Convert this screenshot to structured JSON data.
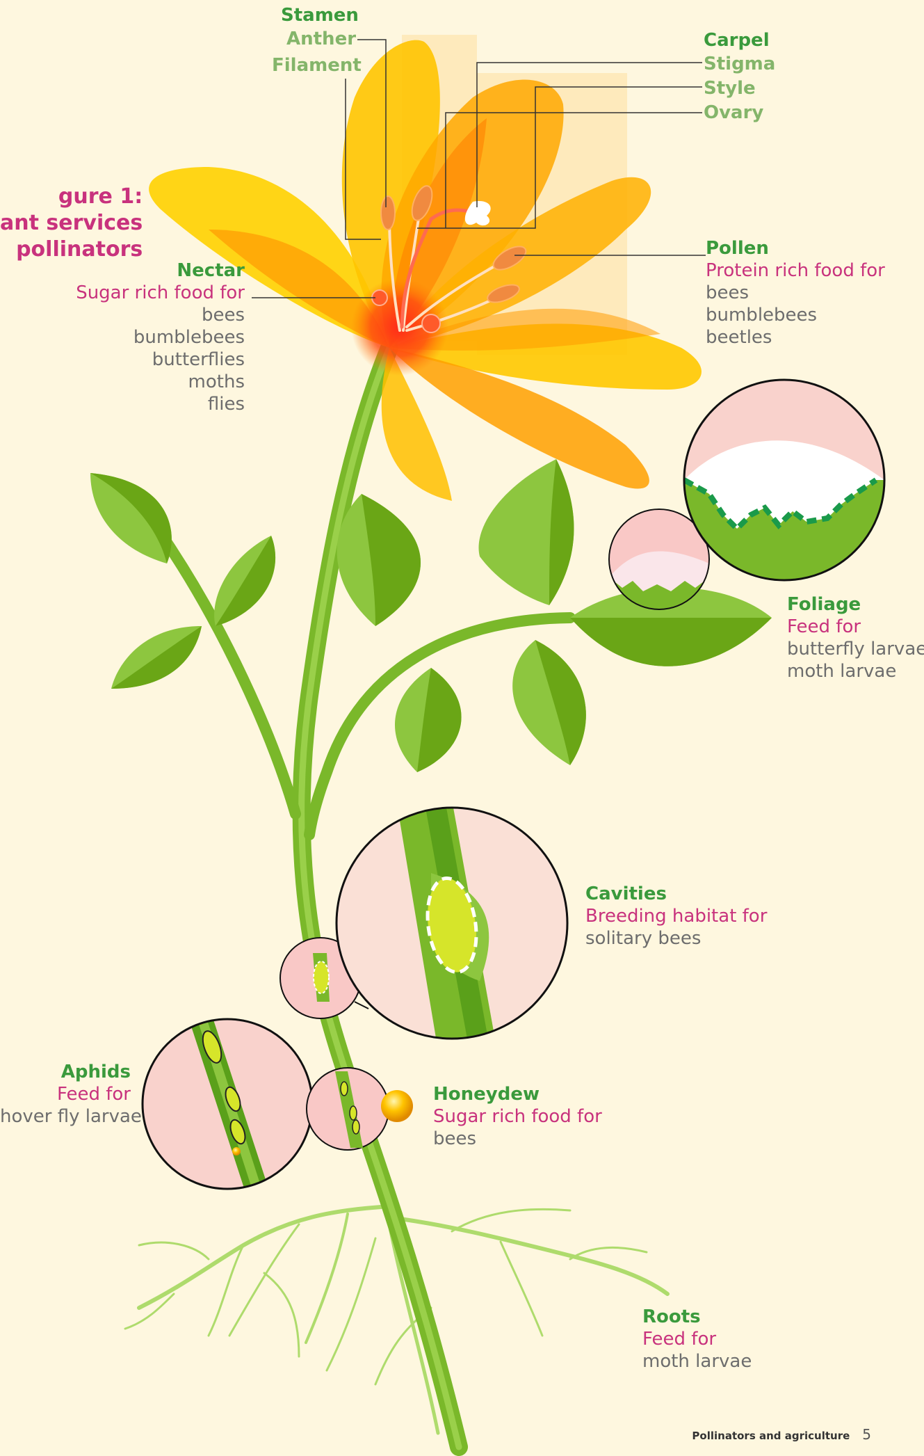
{
  "figure": {
    "line1": "gure 1:",
    "line2": "ant services",
    "line3": "pollinators"
  },
  "colors": {
    "background": "#fef7df",
    "heading_green": "#3a9a3c",
    "light_green": "#84b56a",
    "magenta": "#c8327d",
    "grey": "#6d6d6d",
    "petal_yellow": "#ffd000",
    "petal_orange": "#ff9a00",
    "leaf_green": "#7ab82a",
    "circle_pink": "#f9d2cc"
  },
  "labels": {
    "stamen": {
      "title": "Stamen",
      "anther": "Anther",
      "filament": "Filament"
    },
    "carpel": {
      "title": "Carpel",
      "stigma": "Stigma",
      "style": "Style",
      "ovary": "Ovary"
    },
    "nectar": {
      "title": "Nectar",
      "sub": "Sugar rich food for",
      "items": [
        "bees",
        "bumblebees",
        "butterflies",
        "moths",
        "flies"
      ]
    },
    "pollen": {
      "title": "Pollen",
      "sub": "Protein rich food for",
      "items": [
        "bees",
        "bumblebees",
        "beetles"
      ]
    },
    "foliage": {
      "title": "Foliage",
      "sub": "Feed for",
      "items": [
        "butterfly larvae",
        "moth larvae"
      ]
    },
    "cavities": {
      "title": "Cavities",
      "sub": "Breeding habitat for",
      "items": [
        "solitary bees"
      ]
    },
    "aphids": {
      "title": "Aphids",
      "sub": "Feed for",
      "items": [
        "hover fly larvae"
      ]
    },
    "honeydew": {
      "title": "Honeydew",
      "sub": "Sugar rich food for",
      "items": [
        "bees"
      ]
    },
    "roots": {
      "title": "Roots",
      "sub": "Feed for",
      "items": [
        "moth larvae"
      ]
    }
  },
  "footer": {
    "title": "Pollinators and agriculture",
    "page": "5"
  }
}
